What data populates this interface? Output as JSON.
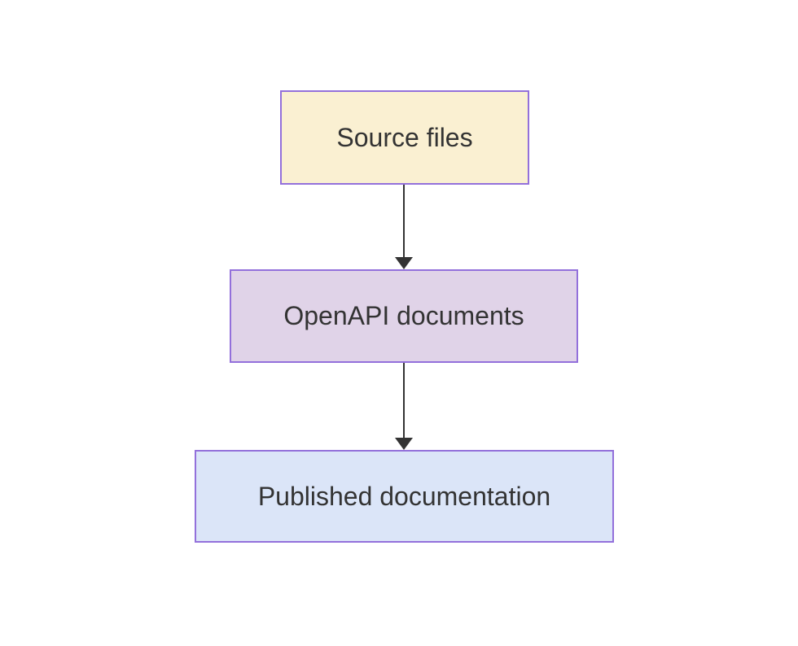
{
  "diagram": {
    "type": "flowchart",
    "direction": "top-down",
    "background": "#FFFFFF",
    "nodes": [
      {
        "id": "source",
        "label": "Source files",
        "fill": "#FAF0D2",
        "border": "#9370DB",
        "text_color": "#333333"
      },
      {
        "id": "openapi",
        "label": "OpenAPI documents",
        "fill": "#E0D3E8",
        "border": "#9370DB",
        "text_color": "#333333"
      },
      {
        "id": "published",
        "label": "Published documentation",
        "fill": "#DBE5F8",
        "border": "#9370DB",
        "text_color": "#333333"
      }
    ],
    "edges": [
      {
        "from": "source",
        "to": "openapi",
        "color": "#333333"
      },
      {
        "from": "openapi",
        "to": "published",
        "color": "#333333"
      }
    ]
  }
}
